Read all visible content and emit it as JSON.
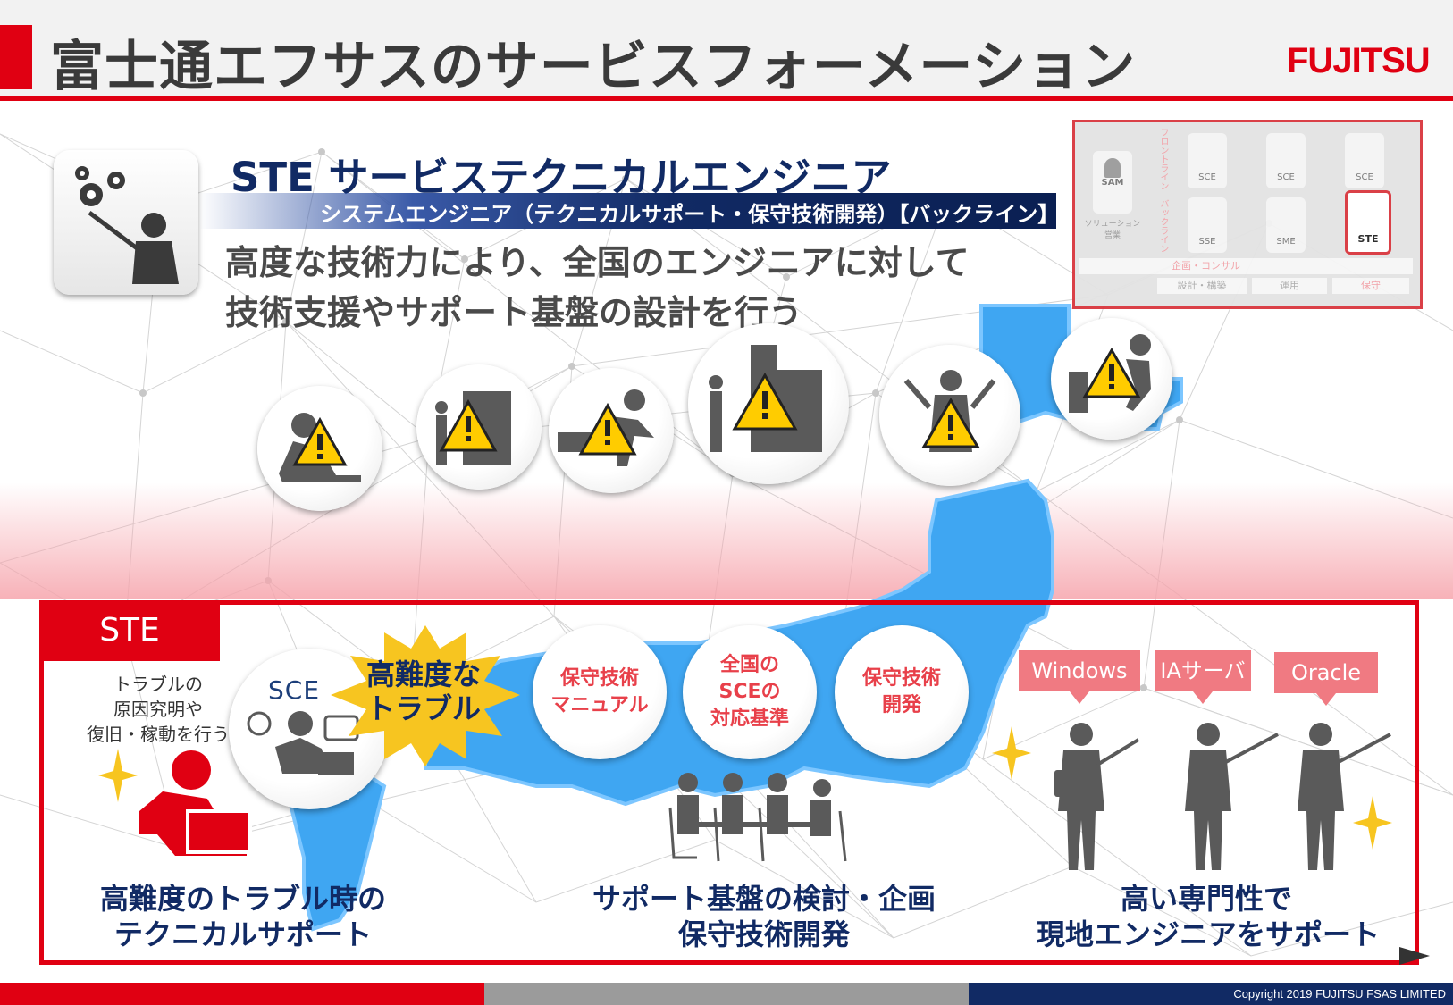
{
  "header": {
    "title": "富士通エフサスのサービスフォーメーション",
    "logo": "FUJITSU"
  },
  "role": {
    "code_title": "STE サービステクニカルエンジニア",
    "subtitle": "システムエンジニア（テクニカルサポート・保守技術開発）【バックライン】",
    "lead_line1": "高度な技術力により、全国のエンジニアに対して",
    "lead_line2": "技術支援やサポート基盤の設計を行う"
  },
  "mini_map": {
    "side_labels": [
      "フロントライン",
      "バックライン"
    ],
    "left_role": "SAM",
    "left_unit": "ソリューション営業",
    "roles_top": [
      "SCE",
      "SCE",
      "SCE"
    ],
    "roles_bottom": [
      "SSE",
      "SME"
    ],
    "highlight": "STE",
    "bar1": "企画・コンサル",
    "bar2": [
      "設計・構築",
      "運用",
      "保守"
    ]
  },
  "panel": {
    "tab_label": "STE",
    "note": [
      "トラブルの",
      "原因究明や",
      "復旧・稼動を行う"
    ],
    "sce_label": "SCE",
    "burst": [
      "高難度な",
      "トラブル"
    ],
    "circles": [
      [
        "保守技術",
        "マニュアル"
      ],
      [
        "全国の",
        "SCEの",
        "対応基準"
      ],
      [
        "保守技術",
        "開発"
      ]
    ],
    "tags": [
      "Windows",
      "IAサーバ",
      "Oracle"
    ],
    "captions": {
      "left": [
        "高難度のトラブル時の",
        "テクニカルサポート"
      ],
      "center": [
        "サポート基盤の検討・企画",
        "保守技術開発"
      ],
      "right": [
        "高い専門性で",
        "現地エンジニアをサポート"
      ]
    }
  },
  "footer": {
    "copyright": "Copyright 2019 FUJITSU FSAS LIMITED"
  },
  "colors": {
    "accent": "#e00012",
    "navy": "#112a64",
    "map_blue": "#3fa6f2",
    "tag_pink": "#f07a82",
    "footer_gray": "#9b9b9b",
    "warn_yellow": "#ffcc00"
  }
}
